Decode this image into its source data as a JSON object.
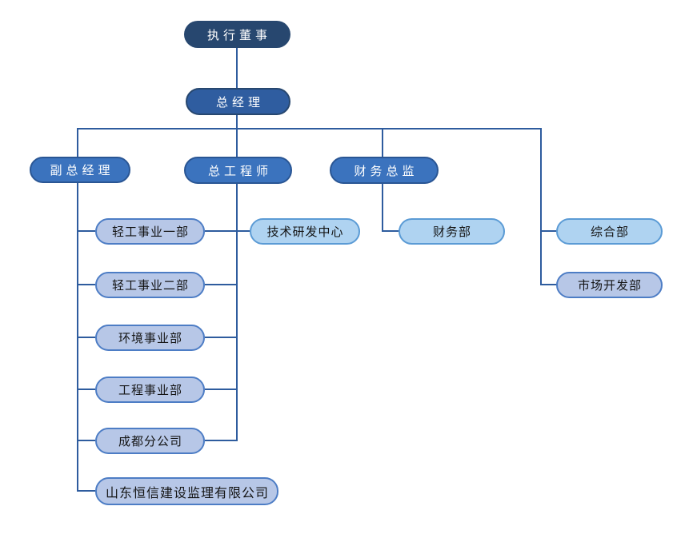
{
  "diagram": {
    "type": "org-chart",
    "nodes": {
      "executive_director": "执行董事",
      "general_manager": "总经理",
      "deputy_general_manager": "副总经理",
      "chief_engineer": "总工程师",
      "finance_director": "财务总监",
      "light_industry_division_1": "轻工事业一部",
      "light_industry_division_2": "轻工事业二部",
      "environment_division": "环境事业部",
      "engineering_division": "工程事业部",
      "chengdu_branch": "成都分公司",
      "shandong_hengxin_company": "山东恒信建设监理有限公司",
      "tech_rd_center": "技术研发中心",
      "finance_department": "财务部",
      "general_department": "综合部",
      "market_development_department": "市场开发部"
    },
    "edges": [
      [
        "executive_director",
        "general_manager"
      ],
      [
        "general_manager",
        "deputy_general_manager"
      ],
      [
        "general_manager",
        "chief_engineer"
      ],
      [
        "general_manager",
        "finance_director"
      ],
      [
        "general_manager",
        "general_department"
      ],
      [
        "general_manager",
        "market_development_department"
      ],
      [
        "deputy_general_manager",
        "light_industry_division_1"
      ],
      [
        "deputy_general_manager",
        "light_industry_division_2"
      ],
      [
        "deputy_general_manager",
        "environment_division"
      ],
      [
        "deputy_general_manager",
        "engineering_division"
      ],
      [
        "deputy_general_manager",
        "chengdu_branch"
      ],
      [
        "deputy_general_manager",
        "shandong_hengxin_company"
      ],
      [
        "chief_engineer",
        "tech_rd_center"
      ],
      [
        "chief_engineer",
        "light_industry_division_1"
      ],
      [
        "chief_engineer",
        "light_industry_division_2"
      ],
      [
        "chief_engineer",
        "environment_division"
      ],
      [
        "chief_engineer",
        "engineering_division"
      ],
      [
        "chief_engineer",
        "chengdu_branch"
      ],
      [
        "finance_director",
        "finance_department"
      ]
    ]
  },
  "palette": {
    "level1_fill": "#27476F",
    "level2_fill": "#2F5DA0",
    "level2_border": "#27476F",
    "level3_fill": "#3B73BE",
    "level3_border": "#2A5694",
    "leaf_lavender_fill": "#B7C7E7",
    "leaf_lavender_border": "#4D7DC5",
    "leaf_sky_fill": "#AFD3F1",
    "leaf_sky_border": "#5B9BD5",
    "line": "#2E5C9E",
    "text_light": "#FFFFFF",
    "text_dark": "#141414"
  }
}
